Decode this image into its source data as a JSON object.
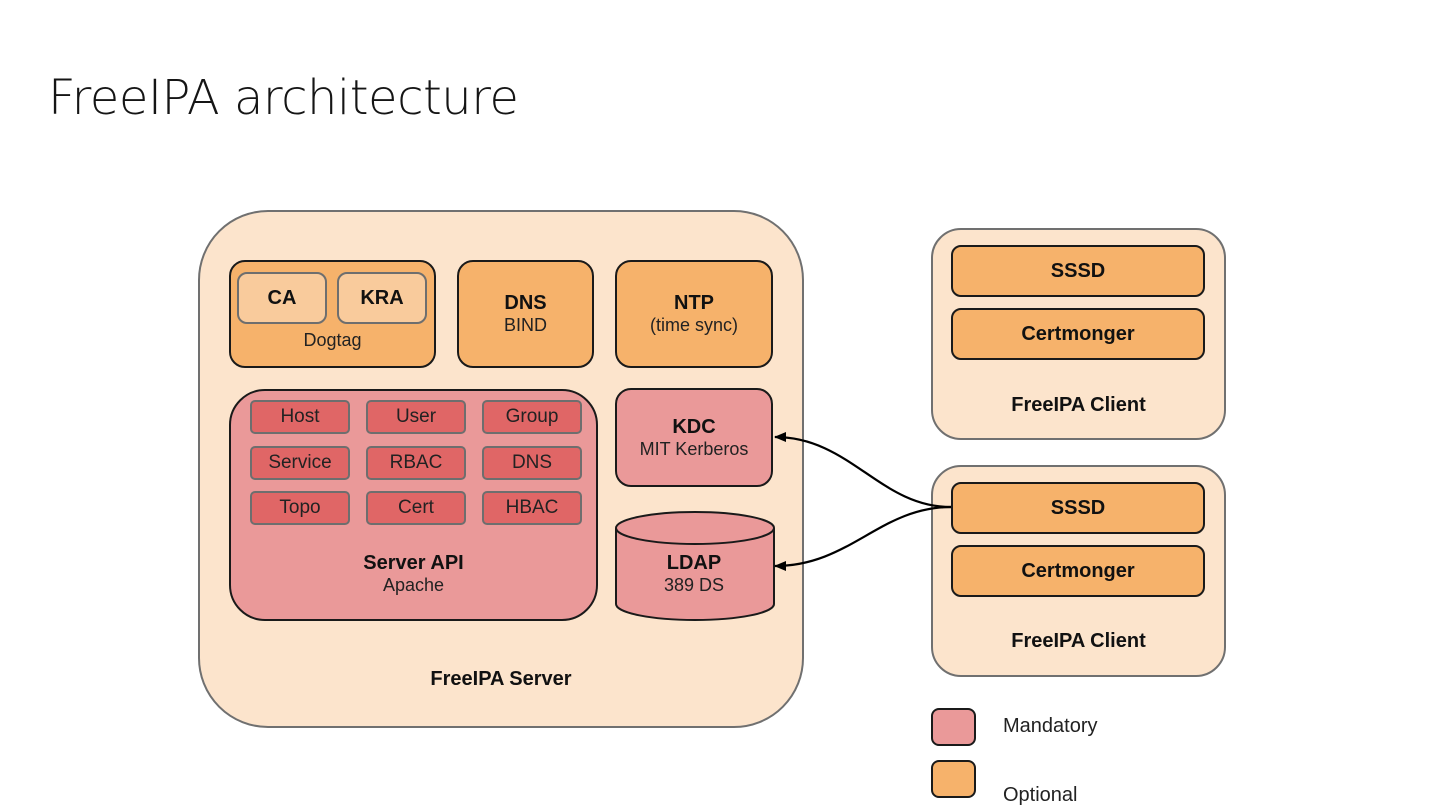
{
  "slide": {
    "title": "FreeIPA architecture"
  },
  "server": {
    "label": "FreeIPA Server",
    "dogtag": {
      "label": "Dogtag",
      "ca": "CA",
      "kra": "KRA"
    },
    "dns": {
      "label": "DNS",
      "sub": "BIND"
    },
    "ntp": {
      "label": "NTP",
      "sub": "(time sync)"
    },
    "kdc": {
      "label": "KDC",
      "sub": "MIT Kerberos"
    },
    "ldap": {
      "label": "LDAP",
      "sub": "389 DS"
    },
    "api": {
      "label": "Server API",
      "sub": "Apache",
      "plugins": [
        "Host",
        "User",
        "Group",
        "Service",
        "RBAC",
        "DNS",
        "Topo",
        "Cert",
        "HBAC"
      ]
    }
  },
  "clients": [
    {
      "label": "FreeIPA Client",
      "components": [
        "SSSD",
        "Certmonger"
      ]
    },
    {
      "label": "FreeIPA Client",
      "components": [
        "SSSD",
        "Certmonger"
      ]
    }
  ],
  "connections": [
    {
      "from": "Client 2 SSSD",
      "to": "KDC"
    },
    {
      "from": "Client 2 SSSD",
      "to": "LDAP"
    }
  ],
  "legend": {
    "mandatory": {
      "label": "Mandatory",
      "color": "#ea9999"
    },
    "optional": {
      "label": "Optional",
      "color": "#f6b26b"
    }
  },
  "colors": {
    "container_fill": "#fce4cc",
    "optional": "#f6b26b",
    "mandatory": "#ea9999",
    "plugin": "#e06666"
  }
}
